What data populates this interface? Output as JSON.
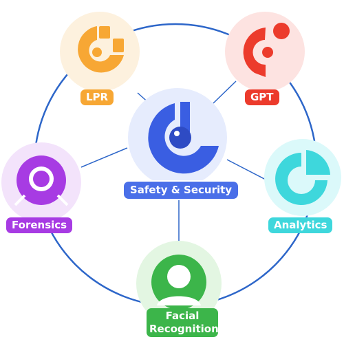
{
  "center": {
    "label": "Safety & Security",
    "color": "#4a6fe8",
    "icon": "shield-eye-icon"
  },
  "modules": [
    {
      "id": "lpr",
      "label": "LPR",
      "color": "#f7a734",
      "icon": "lpr-c-logo-icon"
    },
    {
      "id": "gpt",
      "label": "GPT",
      "color": "#ec3b2c",
      "icon": "gpt-c-logo-icon"
    },
    {
      "id": "forensics",
      "label": "Forensics",
      "color": "#a73be3",
      "icon": "magnifier-icon"
    },
    {
      "id": "analytics",
      "label": "Analytics",
      "color": "#3ed7dc",
      "icon": "pie-chart-icon"
    },
    {
      "id": "facial",
      "label_line1": "Facial",
      "label_line2": "Recognition",
      "color": "#3cb54a",
      "icon": "person-icon"
    }
  ],
  "ring_color": "#2d66c9"
}
